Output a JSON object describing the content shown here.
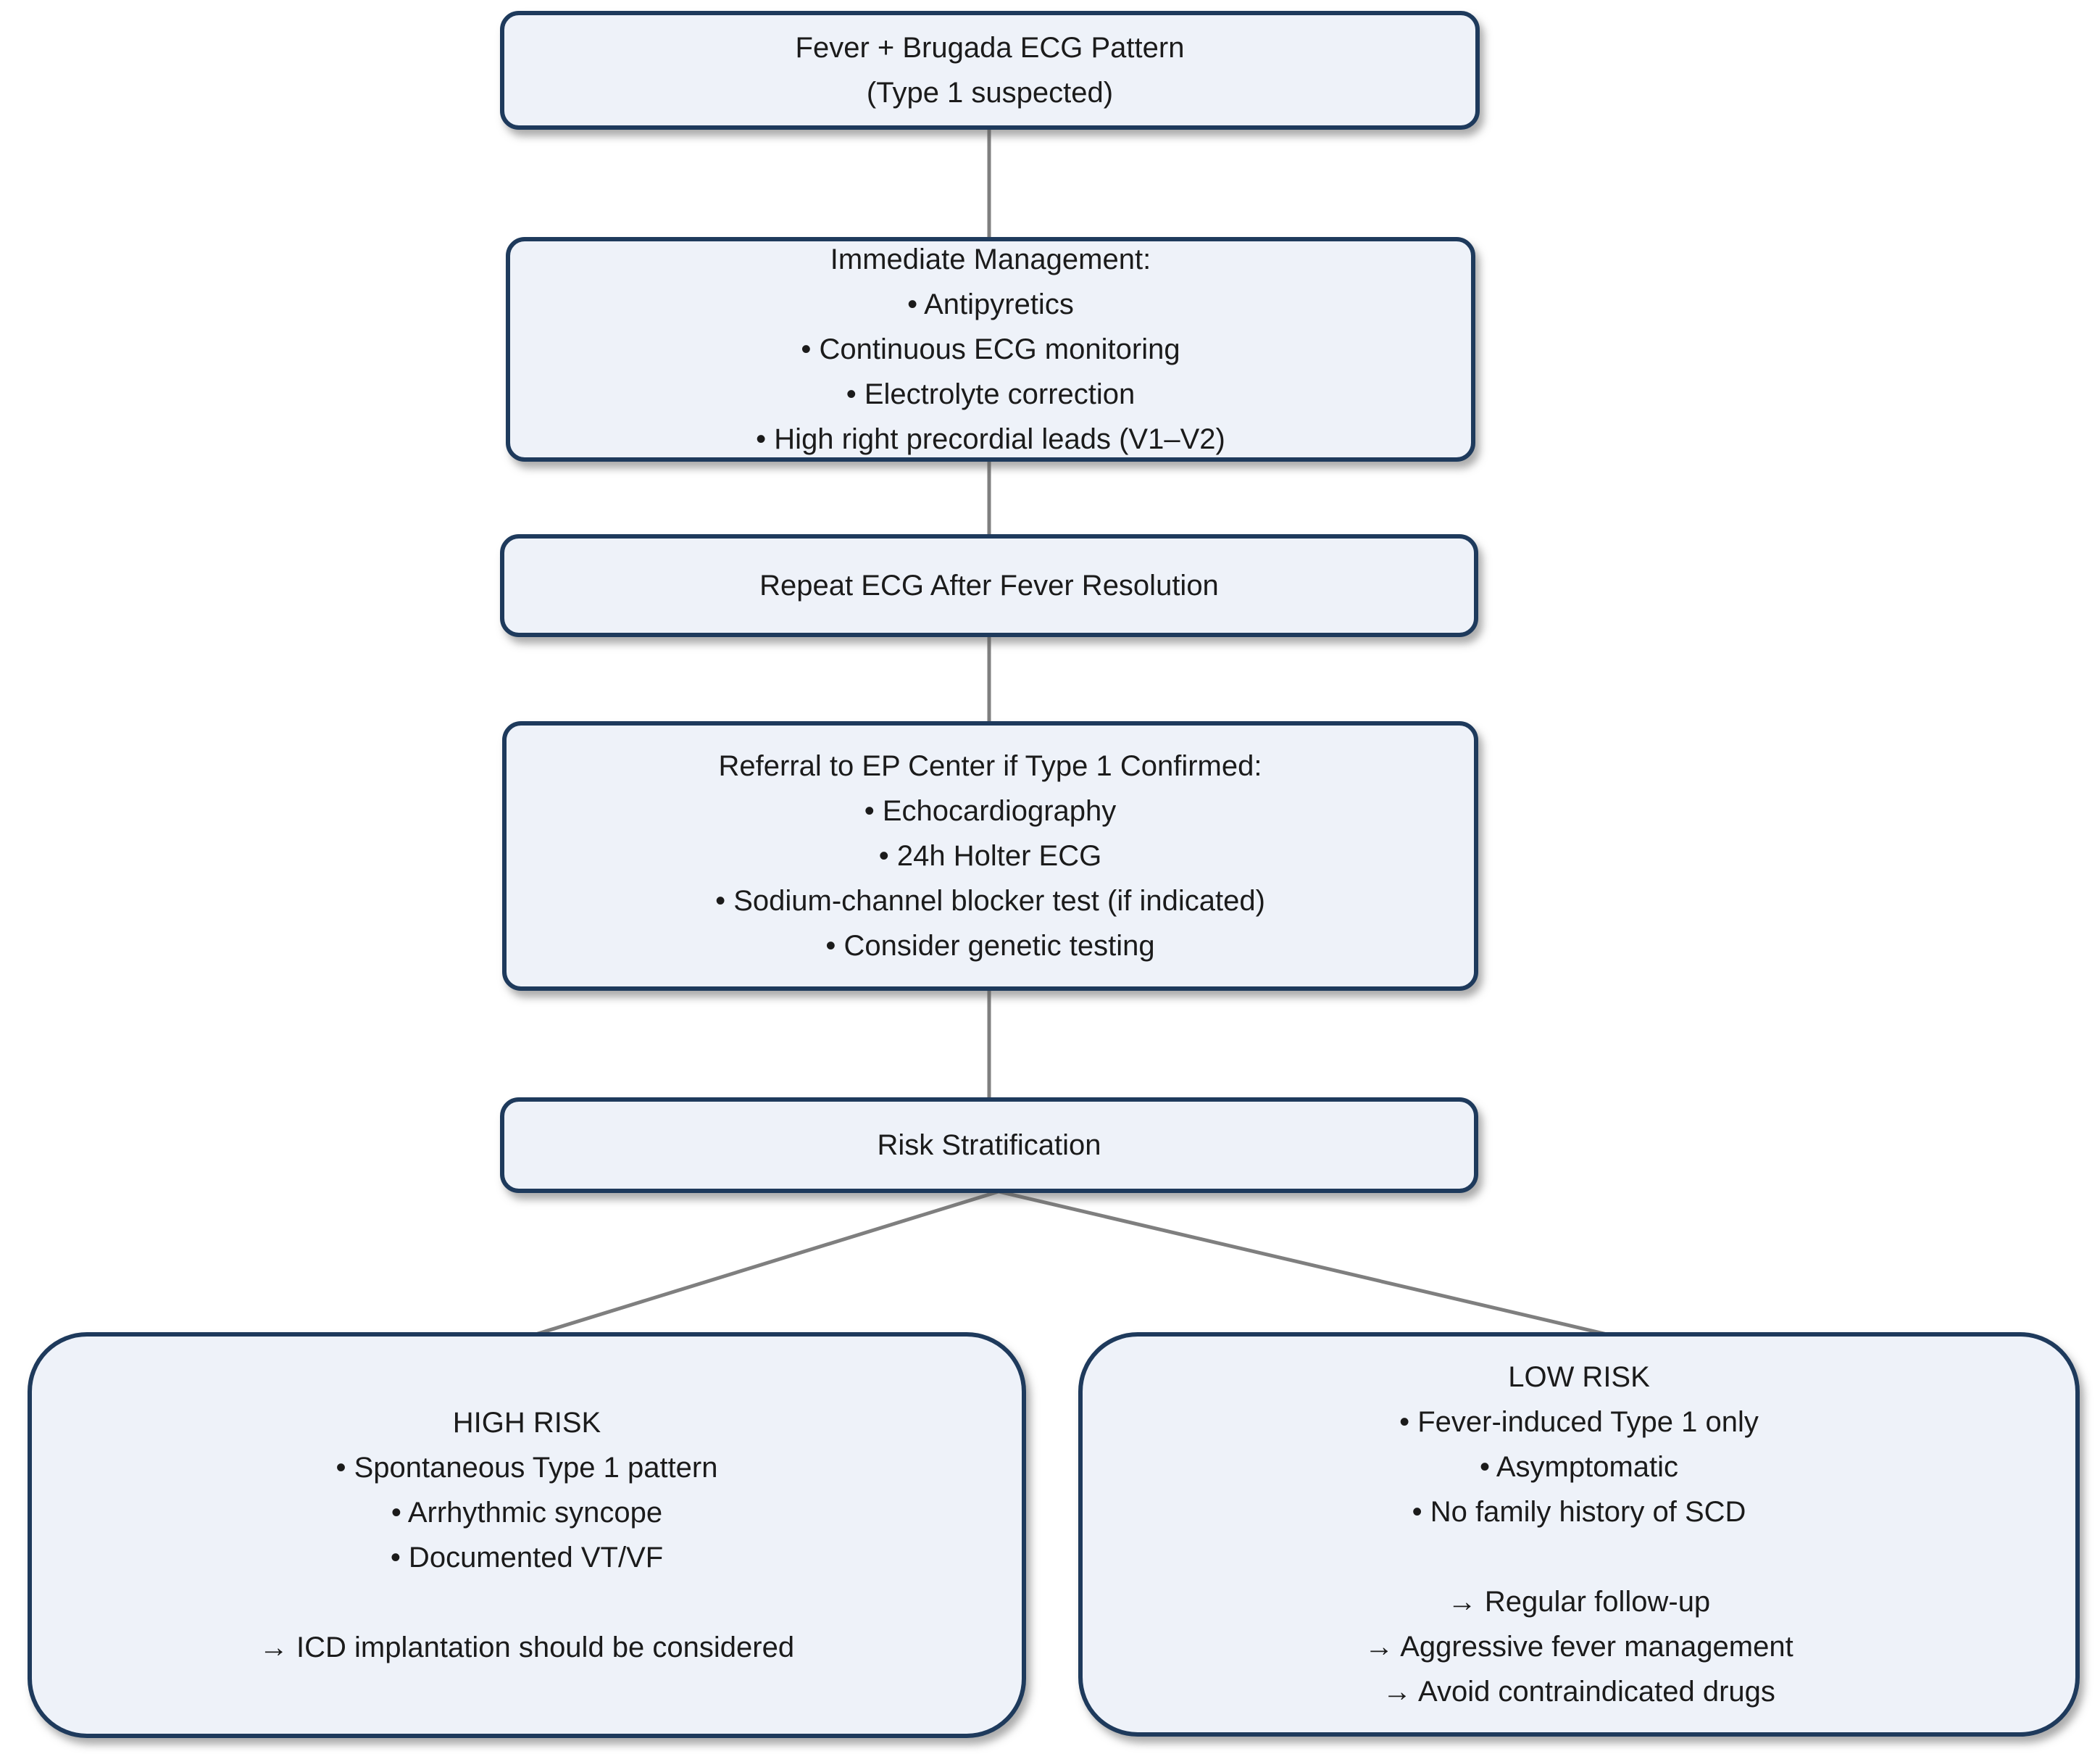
{
  "diagram": {
    "title": "Fever + Brugada ECG Pattern management flowchart",
    "colors": {
      "node_fill": "#eef2f9",
      "node_border": "#1e3a5c",
      "connector": "#7f7f7f",
      "text": "#1b1b1b",
      "background": "#ffffff"
    },
    "nodes": [
      {
        "id": "start",
        "lines": [
          "Fever + Brugada ECG Pattern",
          "(Type 1 suspected)"
        ]
      },
      {
        "id": "immediate-management",
        "lines": [
          "Immediate Management:",
          "• Antipyretics",
          "• Continuous ECG monitoring",
          "• Electrolyte correction",
          "• High right precordial leads (V1–V2)"
        ]
      },
      {
        "id": "repeat-ecg",
        "lines": [
          "Repeat ECG After Fever Resolution"
        ]
      },
      {
        "id": "referral-ep-center",
        "lines": [
          "Referral to EP Center if Type 1 Confirmed:",
          "• Echocardiography",
          "• 24h Holter ECG",
          "• Sodium-channel blocker test (if indicated)",
          "• Consider genetic testing"
        ]
      },
      {
        "id": "risk-stratification",
        "lines": [
          "Risk Stratification"
        ]
      },
      {
        "id": "high-risk",
        "lines": [
          "HIGH RISK",
          "• Spontaneous Type 1 pattern",
          "• Arrhythmic syncope",
          "• Documented VT/VF",
          "",
          "→ ICD implantation should be considered"
        ]
      },
      {
        "id": "low-risk",
        "lines": [
          "LOW RISK",
          "• Fever-induced Type 1 only",
          "• Asymptomatic",
          "• No family history of SCD",
          "",
          "→ Regular follow-up",
          "→ Aggressive fever management",
          "→ Avoid contraindicated drugs"
        ]
      }
    ]
  }
}
